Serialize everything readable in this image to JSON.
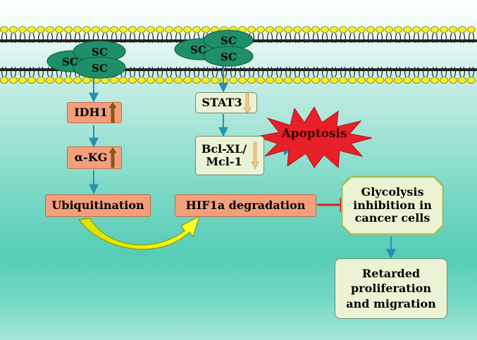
{
  "sc_clusters": [
    {
      "labels": [
        "SC",
        "SC",
        "SC"
      ]
    },
    {
      "labels": [
        "SC",
        "SC",
        "SC"
      ]
    }
  ],
  "nodes": {
    "idh1": "IDH1",
    "akg": "α-KG",
    "ubiquitination": "Ubiquitination",
    "stat3": "STAT3",
    "bcl_line1": "Bcl-XL/",
    "bcl_line2": "Mcl-1",
    "apoptosis": "Apoptosis",
    "hif1a": "HIF1a degradation",
    "glycolysis_line1": "Glycolysis",
    "glycolysis_line2": "inhibition in",
    "glycolysis_line3": "cancer cells",
    "retarded_line1": "Retarded",
    "retarded_line2": "proliferation",
    "retarded_line3": "and migration"
  },
  "colors": {
    "membrane_head": "#f0ee26",
    "sc_protein": "#1f8f6a",
    "arrow": "#2a8fb2",
    "up_arrow": "#8b5a12",
    "down_arrow": "#f7c98a",
    "inhibition": "#e02020",
    "apoptosis": "#e8202a"
  }
}
